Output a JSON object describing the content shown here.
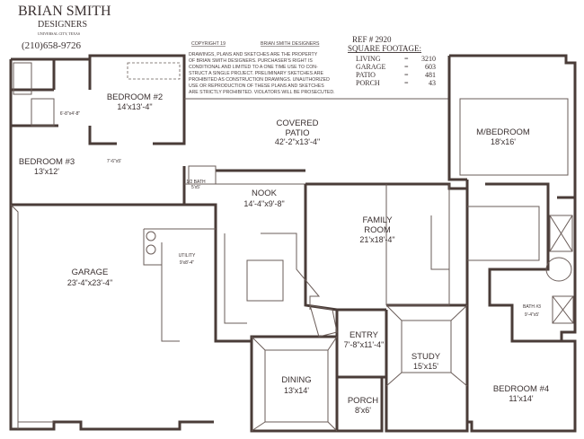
{
  "title_block": {
    "company_line1": "BRIAN SMITH",
    "company_line2": "DESIGNERS",
    "location": "UNIVERSAL CITY, TEXAS",
    "phone": "(210)658-9726"
  },
  "copyright": {
    "line": "COPYRIGHT 19",
    "owner": "BRIAN SMITH DESIGNERS",
    "notice": [
      "DRAWINGS, PLANS AND SKETCHES ARE THE PROPERTY",
      "OF BRIAN SMITH DESIGNERS.  PURCHASER'S RIGHT IS",
      "CONDITIONAL AND LIMITED TO A ONE TIME USE TO CON-",
      "STRUCT A SINGLE PROJECT.  PRELIMINARY SKETCHES ARE",
      "PROHIBITED AS CONSTRUCTION DRAWINGS.  UNAUTHORIZED",
      "USE OR REPRODUCTION OF THESE PLANS AND SKETCHES",
      "ARE STRICTLY PROHIBITED.  VIOLATORS WILL BE PROSECUTED."
    ]
  },
  "footage": {
    "ref": "REF # 2920",
    "heading": "SQUARE FOOTAGE:",
    "rows": [
      {
        "label": "LIVING",
        "eq": "=",
        "value": "3210"
      },
      {
        "label": "GARAGE",
        "eq": "=",
        "value": "603"
      },
      {
        "label": "PATIO",
        "eq": "=",
        "value": "481"
      },
      {
        "label": "PORCH",
        "eq": "=",
        "value": "43"
      }
    ]
  },
  "rooms": {
    "bedroom2": {
      "name": "BEDROOM #2",
      "size": "14'x13'-4\""
    },
    "patio": {
      "name1": "COVERED",
      "name2": "PATIO",
      "size": "42'-2\"x13'-4\""
    },
    "master": {
      "name": "M/BEDROOM",
      "size": "18'x16'"
    },
    "bedroom3": {
      "name": "BEDROOM #3",
      "size": "13'x12'"
    },
    "half_bath": {
      "name": "1/2 BATH",
      "size": "5'x5'"
    },
    "nook": {
      "name": "NOOK",
      "size": "14'-4\"x9'-8\""
    },
    "family": {
      "name1": "FAMILY",
      "name2": "ROOM",
      "size": "21'x18'-4\""
    },
    "garage": {
      "name": "GARAGE",
      "size": "23'-4\"x23'-4\""
    },
    "utility": {
      "name": "UTILITY",
      "size": "9'x8'-4\""
    },
    "entry": {
      "name": "ENTRY",
      "size": "7'-8\"x11'-4\""
    },
    "study": {
      "name": "STUDY",
      "size": "15'x15'"
    },
    "dining": {
      "name": "DINING",
      "size": "13'x14'"
    },
    "porch": {
      "name": "PORCH",
      "size": "8'x6'"
    },
    "bedroom4": {
      "name": "BEDROOM #4",
      "size": "11'x14'"
    },
    "bath3": {
      "name": "BATH #3",
      "size": "9'-4\"x5'"
    },
    "closet1": {
      "size": "6'-8\"x4'-8\""
    },
    "closet2": {
      "size": "7'-6\"x5'"
    }
  }
}
